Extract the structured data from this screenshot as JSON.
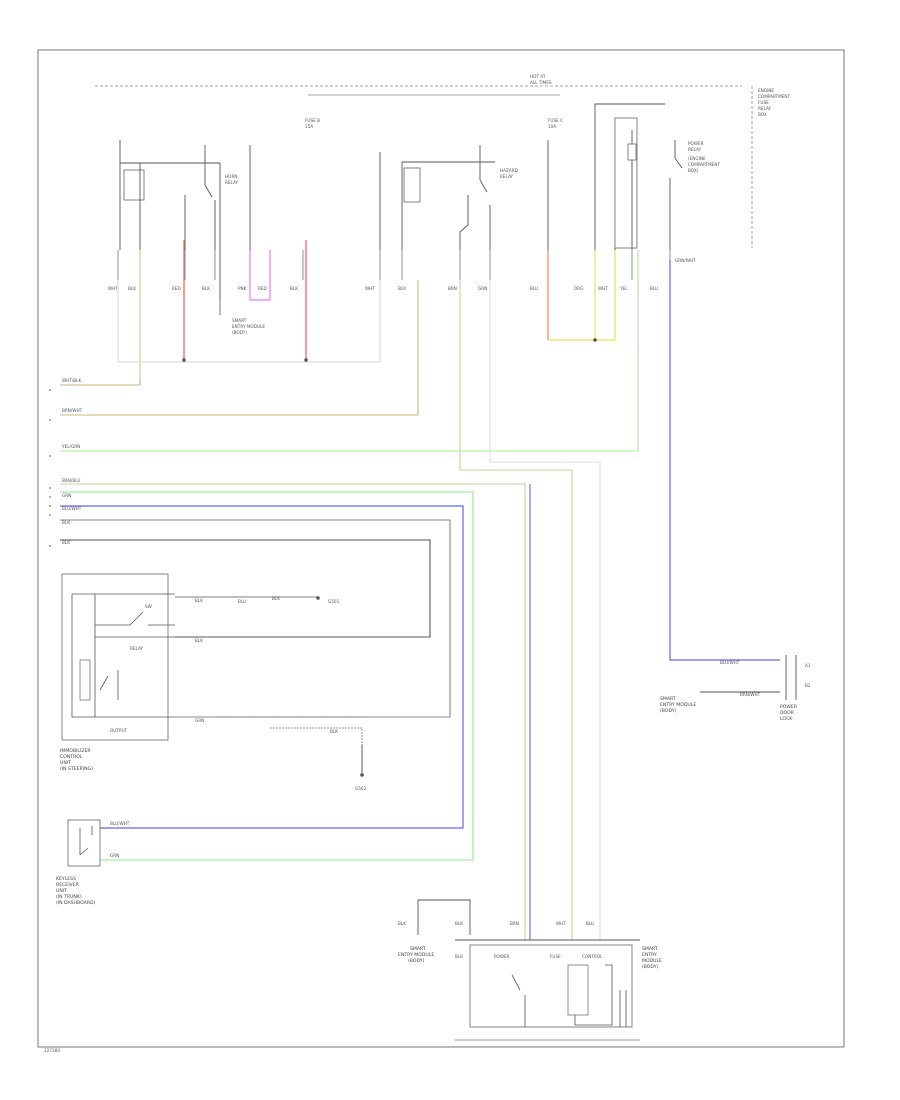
{
  "colors": {
    "black": "#555555",
    "white": "#dddddd",
    "red": "#ee6666",
    "pink": "#ee77ee",
    "yellow": "#e8e060",
    "brown": "#c8b880",
    "green": "#88ee88",
    "blue": "#6666ee",
    "tan": "#d8c89a",
    "orange": "#f09060",
    "grey": "#bbbbbb"
  },
  "header": {
    "hot_at_all_times": "HOT AT",
    "fuse_label": "ALL TIMES",
    "left_fuse": "FUSE B",
    "left_fuse_amp": "15A",
    "mid_fuse": "FUSE C",
    "mid_fuse_amp": "10A",
    "module_top_right": [
      "ENGINE",
      "COMPARTMENT",
      "FUSE",
      "RELAY",
      "BOX"
    ]
  },
  "relays": {
    "horn_relay": [
      "HORN",
      "RELAY"
    ],
    "hazard_relay": [
      "HAZARD",
      "RELAY"
    ],
    "power_relay": [
      "POWER",
      "RELAY"
    ],
    "power_label_sub": [
      "(ENGINE",
      "COMPARTMENT",
      "BOX)"
    ]
  },
  "left_connector_labels": [
    "WHT",
    "BLK",
    "RED",
    "BLK",
    "PNK",
    "RED",
    "BLK",
    "WHT"
  ],
  "mid_connector_labels": [
    "BLK",
    "BRN",
    "GRN",
    "BLU"
  ],
  "right_connector_labels": [
    "ORG",
    "WHT",
    "YEL",
    "BLU",
    "GRN/WHT"
  ],
  "smart_module_label": [
    "SMART",
    "ENTRY MODULE",
    "(BODY)"
  ],
  "harness_wires": [
    {
      "id": "wire-1",
      "label": "WHT/BLK"
    },
    {
      "id": "wire-2",
      "label": "BRN/WHT"
    },
    {
      "id": "wire-3",
      "label": "YEL/GRN"
    },
    {
      "id": "wire-4",
      "label": "BRN/BLU"
    },
    {
      "id": "wire-5",
      "label": "GRN"
    },
    {
      "id": "wire-6",
      "label": "BLU/WHT"
    },
    {
      "id": "wire-7",
      "label": "BLK"
    },
    {
      "id": "wire-8",
      "label": "BLK"
    }
  ],
  "left_component": {
    "labels": [
      "IMMOBILIZER",
      "CONTROL",
      "UNIT",
      "(IN STEERING)"
    ],
    "switch_label": "SW",
    "relay_label": "RELAY",
    "pins": [
      "BLK",
      "BLU",
      "BLK"
    ],
    "ground": "G501",
    "right_pins": [
      "BLK",
      "GRN",
      "BLK"
    ],
    "out_label": "OUTPUT"
  },
  "ground_bottom": "G502",
  "lower_left_component": {
    "labels": [
      "KEYLESS",
      "RECEIVER",
      "UNIT",
      "(IN TRUNK)",
      "(IN DASHBOARD)"
    ],
    "wire_blue": "BLU/WHT",
    "wire_green": "GRN"
  },
  "right_side": {
    "pins": [
      "BLU/WHT",
      "BRN/WHT"
    ],
    "module": [
      "SMART",
      "ENTRY MODULE",
      "(BODY)"
    ],
    "plug_label": [
      "POWER",
      "DOOR",
      "LOCK"
    ],
    "pin_labels": [
      "A1",
      "B2"
    ]
  },
  "bottom_module": {
    "pins": [
      "BLK",
      "BLK",
      "BRN",
      "WHT",
      "BLU",
      "BLK"
    ],
    "inner_labels": [
      "POWER",
      "FUSE",
      "CONTROL"
    ],
    "side_labels": [
      "SMART",
      "ENTRY",
      "MODULE",
      "(BODY)"
    ],
    "module_left": [
      "SMART",
      "ENTRY MODULE",
      "(BODY)"
    ]
  },
  "footer_code": "127380"
}
